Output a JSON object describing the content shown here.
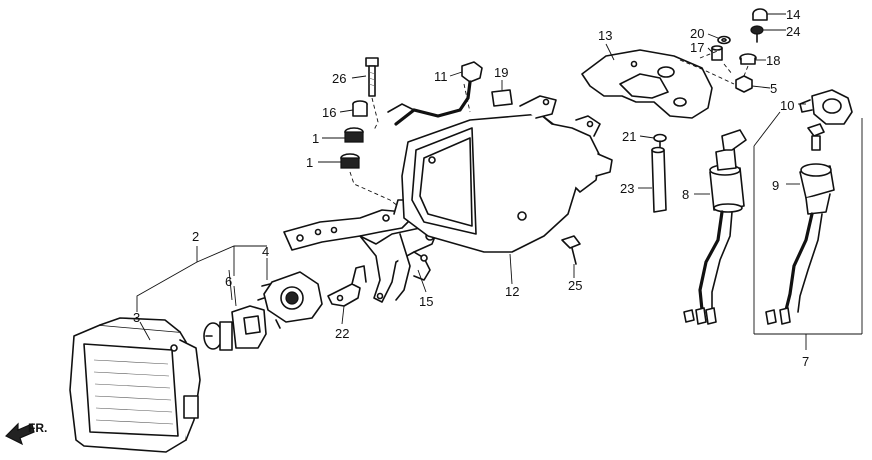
{
  "orientation": {
    "label": "FR.",
    "icon": "front-direction-arrow-icon"
  },
  "callouts": {
    "c1a": "1",
    "c1b": "1",
    "c2": "2",
    "c3": "3",
    "c4": "4",
    "c5": "5",
    "c6": "6",
    "c7": "7",
    "c8": "8",
    "c9": "9",
    "c10": "10",
    "c11": "11",
    "c12": "12",
    "c13": "13",
    "c14": "14",
    "c15": "15",
    "c16": "16",
    "c17": "17",
    "c18": "18",
    "c19": "19",
    "c20": "20",
    "c21": "21",
    "c22": "22",
    "c23": "23",
    "c24": "24",
    "c25": "25",
    "c26": "26"
  }
}
